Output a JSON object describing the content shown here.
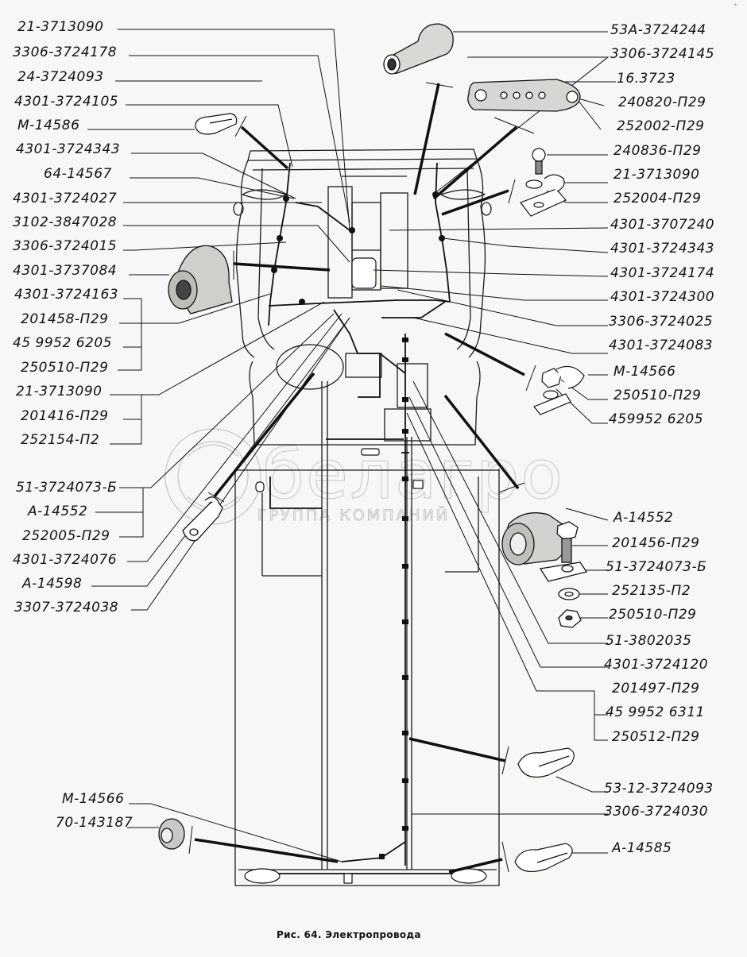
{
  "figure": {
    "caption": "Рис. 64. Электропровода",
    "subject": "Vehicle wiring harness layout (top view) with part-number callouts",
    "watermark": {
      "brand": "белагро",
      "tagline": "ГРУППА КОМПАНИЙ"
    },
    "corner_mark": "·°·"
  },
  "labels_left": [
    "21-3713090",
    "3306-3724178",
    "24-3724093",
    "4301-3724105",
    "М-14586",
    "4301-3724343",
    "64-14567",
    "4301-3724027",
    "3102-3847028",
    "3306-3724015",
    "4301-3737084",
    "4301-3724163",
    "201458-П29",
    "45 9952 6205",
    "250510-П29",
    "21-3713090",
    "201416-П29",
    "252154-П2",
    "51-3724073-Б",
    "А-14552",
    "252005-П29",
    "4301-3724076",
    "А-14598",
    "3307-3724038"
  ],
  "labels_right": [
    "53А-3724244",
    "3306-3724145",
    "16.3723",
    "240820-П29",
    "252002-П29",
    "240836-П29",
    "21-3713090",
    "252004-П29",
    "4301-3707240",
    "4301-3724343",
    "4301-3724174",
    "4301-3724300",
    "3306-3724025",
    "4301-3724083",
    "М-14566",
    "250510-П29",
    "459952 6205",
    "А-14552",
    "201456-П29",
    "51-3724073-Б",
    "252135-П2",
    "250510-П29",
    "51-3802035",
    "4301-3724120",
    "201497-П29",
    "45 9952 6311",
    "250512-П29",
    "53-12-3724093",
    "3306-3724030",
    "А-14585"
  ],
  "labels_bottom_left": [
    "М-14566",
    "70-143187"
  ],
  "groups": {
    "left_bracket_1": [
      "4301-3724163",
      "201458-П29",
      "45 9952 6205",
      "250510-П29"
    ],
    "left_bracket_2": [
      "21-3713090",
      "201416-П29",
      "252154-П2"
    ],
    "left_bracket_3": [
      "51-3724073-Б",
      "А-14552",
      "252005-П29"
    ],
    "right_bracket_1": [
      "201497-П29",
      "45 9952 6311",
      "250512-П29"
    ]
  },
  "components": [
    {
      "name": "boot-cap",
      "part": "53А-3724244"
    },
    {
      "name": "fuse-terminal-block",
      "part": "16.3723"
    },
    {
      "name": "rubber-boot",
      "part": "4301-3737084"
    },
    {
      "name": "wire-clip",
      "part": "М-14586"
    },
    {
      "name": "cable-clamp-bolt-assembly",
      "part": "А-14552"
    },
    {
      "name": "clip",
      "part": "53-12-3724093"
    },
    {
      "name": "clip",
      "part": "А-14585"
    },
    {
      "name": "grommet",
      "part": "70-143187"
    }
  ]
}
